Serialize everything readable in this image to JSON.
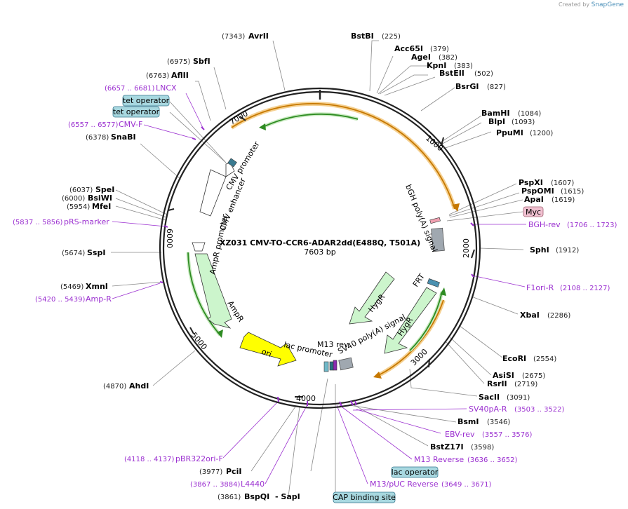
{
  "credit": {
    "prefix": "Created by",
    "brand": "SnapGene"
  },
  "plasmid": {
    "name": "XZ031 CMV-TO-CCR6-ADAR2dd(E488Q, T501A)",
    "size": "7603 bp"
  },
  "ticks": [
    "1000",
    "2000",
    "3000",
    "4000",
    "5000",
    "6000",
    "7000"
  ],
  "enzymes": [
    {
      "name": "AvrII",
      "pos": "(7343)"
    },
    {
      "name": "BstBI",
      "pos": "(225)"
    },
    {
      "name": "Acc65I",
      "pos": "(379)"
    },
    {
      "name": "AgeI",
      "pos": "(382)"
    },
    {
      "name": "KpnI",
      "pos": "(383)"
    },
    {
      "name": "BstEII",
      "pos": "(502)"
    },
    {
      "name": "BsrGI",
      "pos": "(827)"
    },
    {
      "name": "BamHI",
      "pos": "(1084)"
    },
    {
      "name": "BlpI",
      "pos": "(1093)"
    },
    {
      "name": "PpuMI",
      "pos": "(1200)"
    },
    {
      "name": "PspXI",
      "pos": "(1607)"
    },
    {
      "name": "PspOMI",
      "pos": "(1615)"
    },
    {
      "name": "ApaI",
      "pos": "(1619)"
    },
    {
      "name": "SphI",
      "pos": "(1912)"
    },
    {
      "name": "XbaI",
      "pos": "(2286)"
    },
    {
      "name": "EcoRI",
      "pos": "(2554)"
    },
    {
      "name": "AsiSI",
      "pos": "(2675)"
    },
    {
      "name": "RsrII",
      "pos": "(2719)"
    },
    {
      "name": "SacII",
      "pos": "(3091)"
    },
    {
      "name": "BsmI",
      "pos": "(3546)"
    },
    {
      "name": "BstZ17I",
      "pos": "(3598)"
    },
    {
      "name": "PciI",
      "pos": "(3977)"
    },
    {
      "name": "BspQI",
      "pos": "(3861)",
      "extra": "- SapI"
    },
    {
      "name": "AhdI",
      "pos": "(4870)"
    },
    {
      "name": "SspI",
      "pos": "(5674)"
    },
    {
      "name": "XmnI",
      "pos": "(5469)"
    },
    {
      "name": "SpeI",
      "pos": "(6037)"
    },
    {
      "name": "BsiWI",
      "pos": "(6000)"
    },
    {
      "name": "MfeI",
      "pos": "(5954)"
    },
    {
      "name": "SnaBI",
      "pos": "(6378)"
    },
    {
      "name": "AflII",
      "pos": "(6763)"
    },
    {
      "name": "SbfI",
      "pos": "(6975)"
    }
  ],
  "primers": [
    {
      "name": "LNCX",
      "range": "(6657 .. 6681)"
    },
    {
      "name": "CMV-F",
      "range": "(6557 .. 6577)"
    },
    {
      "name": "pRS-marker",
      "range": "(5837 .. 5856)"
    },
    {
      "name": "Amp-R",
      "range": "(5420 .. 5439)"
    },
    {
      "name": "BGH-rev",
      "range": "(1706 .. 1723)"
    },
    {
      "name": "F1ori-R",
      "range": "(2108 .. 2127)"
    },
    {
      "name": "SV40pA-R",
      "range": "(3503 .. 3522)"
    },
    {
      "name": "EBV-rev",
      "range": "(3557 .. 3576)"
    },
    {
      "name": "M13 Reverse",
      "range": "(3636 .. 3652)"
    },
    {
      "name": "M13/pUC Reverse",
      "range": "(3649 .. 3671)"
    },
    {
      "name": "pBR322ori-F",
      "range": "(4118 .. 4137)"
    },
    {
      "name": "L4440",
      "range": "(3867 .. 3884)"
    }
  ],
  "tags": [
    {
      "name": "tet operator"
    },
    {
      "name": "tet operator"
    },
    {
      "name": "Myc"
    },
    {
      "name": "lac operator"
    },
    {
      "name": "CAP binding site"
    }
  ],
  "features": {
    "cmv_promoter": "CMV promoter",
    "cmv_enhancer": "CMV enhancer",
    "bgh": "bGH poly(A) signal",
    "ampr_promoter": "AmpR promoter",
    "ampr": "AmpR",
    "ori": "ori",
    "lac_promoter": "lac promoter",
    "m13_rev": "M13 rev",
    "sv40": "SV40 poly(A) signal",
    "frt": "FRT",
    "hygr1": "HygR",
    "hygr2": "HygR"
  },
  "colors": {
    "ring": "#222222",
    "orange": "#f0b030",
    "green": "#2e8b22",
    "arrow_fill": "#ccf5cc",
    "primer": "#9b30d0",
    "tag_fill": "#a8d8e0",
    "myc_fill": "#f0c0d0",
    "ori_fill": "#ffff00"
  }
}
